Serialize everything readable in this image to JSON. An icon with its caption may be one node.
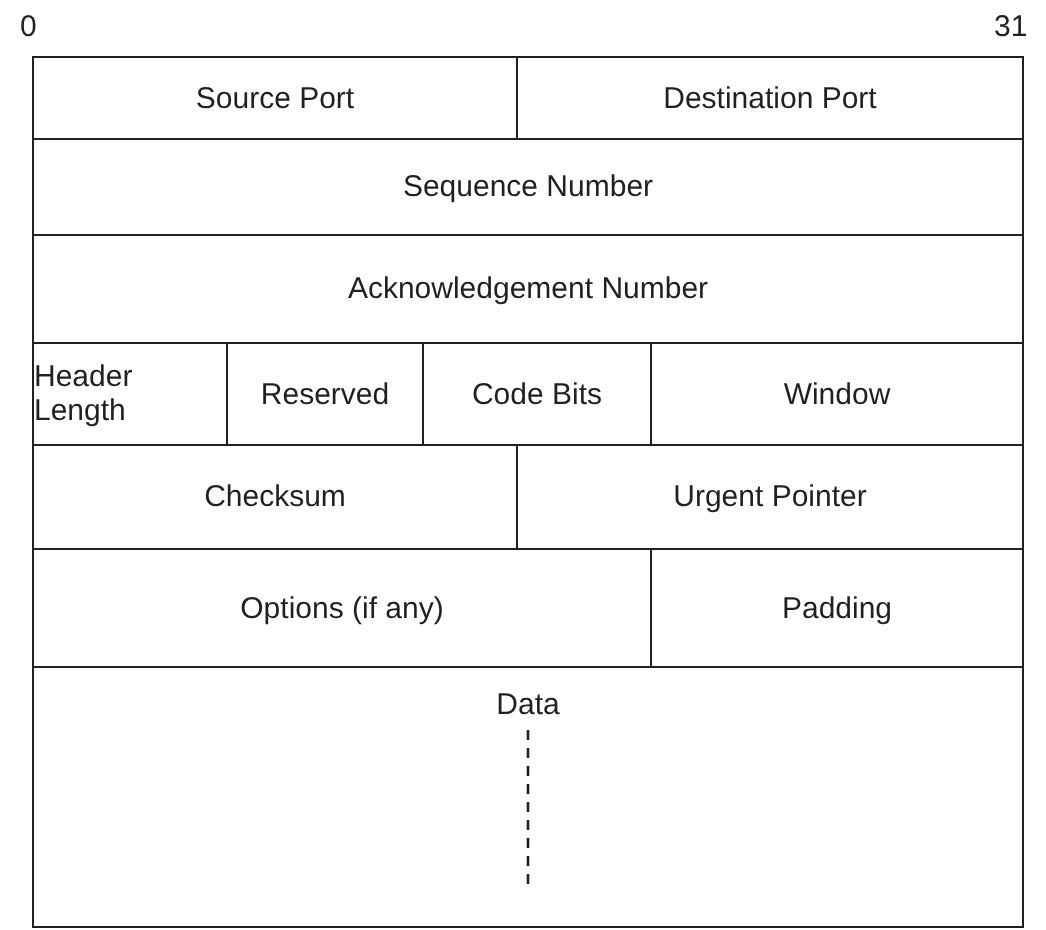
{
  "diagram": {
    "nodes": [
      {
        "text": [
          "Source Port"
        ]
      },
      {
        "text": [
          "Destination Port"
        ]
      },
      {
        "text": [
          "Sequence Number"
        ]
      },
      {
        "text": [
          "Acknowledgement Number"
        ]
      },
      {
        "text": [
          "Header Length"
        ]
      },
      {
        "text": [
          "Reserved"
        ]
      },
      {
        "text": [
          "Code Bits"
        ]
      },
      {
        "text": [
          "Window"
        ]
      },
      {
        "text": [
          "Checksum"
        ]
      },
      {
        "text": [
          "Urgent Pointer"
        ]
      },
      {
        "text": [
          "Options (if any)"
        ]
      },
      {
        "text": [
          "Padding"
        ]
      },
      {
        "text": [
          "Data"
        ]
      }
    ],
    "labels": [
      "0",
      "31"
    ]
  }
}
